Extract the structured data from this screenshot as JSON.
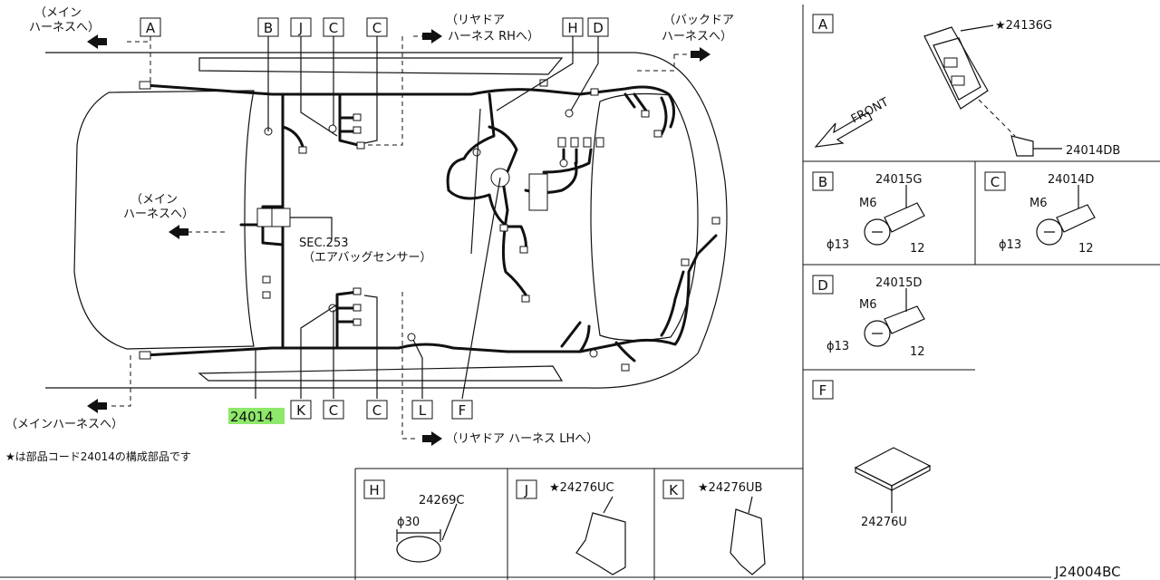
{
  "callouts": {
    "top": [
      "A",
      "B",
      "J",
      "C",
      "C",
      "H",
      "D"
    ],
    "bottom": [
      "K",
      "C",
      "C",
      "L",
      "F"
    ]
  },
  "harness_labels": {
    "main_top_l1": "（メイン",
    "main_top_l2": "ハーネスへ）",
    "rear_door_rh_l1": "（リヤドア",
    "rear_door_rh_l2": "ハーネス RHへ）",
    "back_door_l1": "（バックドア",
    "back_door_l2": "ハーネスへ）",
    "main_mid_l1": "（メイン",
    "main_mid_l2": "ハーネスへ）",
    "main_bottom": "（メインハーネスへ）",
    "rear_door_lh": "（リヤドア ハーネス LHへ）"
  },
  "sensor": {
    "sec": "SEC.253",
    "name": "（エアバッグセンサー）"
  },
  "part_main": "24014",
  "footnote": "★は部品コード24014の構成部品です",
  "panels": {
    "A": {
      "letter": "A",
      "part": "★24136G",
      "bolt": "24014DB",
      "front": "FRONT"
    },
    "B": {
      "letter": "B",
      "part": "24015G",
      "thread": "M6",
      "dia": "ϕ13",
      "len": "12"
    },
    "C": {
      "letter": "C",
      "part": "24014D",
      "thread": "M6",
      "dia": "ϕ13",
      "len": "12"
    },
    "D": {
      "letter": "D",
      "part": "24015D",
      "thread": "M6",
      "dia": "ϕ13",
      "len": "12"
    },
    "F": {
      "letter": "F",
      "part": "24276U"
    },
    "H": {
      "letter": "H",
      "part": "24269C",
      "dia": "ϕ30"
    },
    "J": {
      "letter": "J",
      "part": "★24276UC"
    },
    "K": {
      "letter": "K",
      "part": "★24276UB"
    }
  },
  "diagram_code": "J24004BC"
}
